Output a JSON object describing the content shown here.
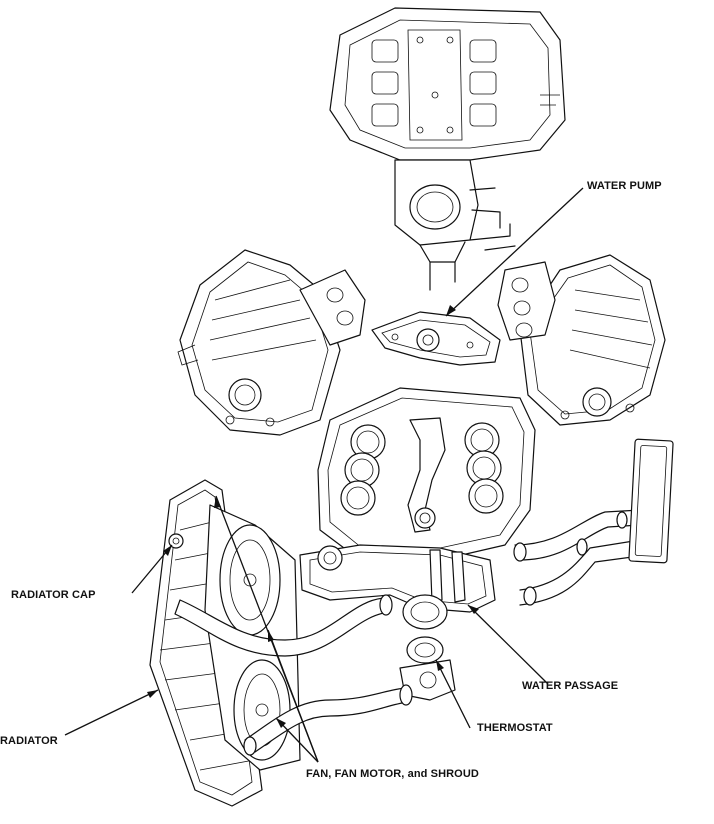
{
  "labels": {
    "water_pump": "WATER PUMP",
    "radiator_cap": "RADIATOR CAP",
    "water_passage": "WATER PASSAGE",
    "thermostat": "THERMOSTAT",
    "radiator": "RADIATOR",
    "fan_motor_shroud": "FAN, FAN MOTOR, and SHROUD"
  }
}
